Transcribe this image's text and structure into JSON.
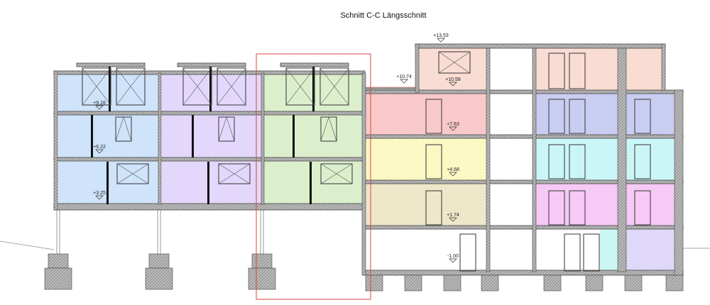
{
  "title": "Schnitt C-C Längsschnitt",
  "levels": {
    "roof_top": "+13.53",
    "terrace": "+10.74",
    "penthouse": "+10.58",
    "left_upper": "+9.16",
    "left_middle": "+6.22",
    "left_lower": "+3.25",
    "right_floor3": "+7.63",
    "right_floor2": "+4.68",
    "right_floor1": "+1.74",
    "basement": "-1.00"
  },
  "colors": {
    "unit_blue": "#cfe3fa",
    "unit_purple": "#e3d8fb",
    "unit_green": "#dcefcc",
    "floor3_pink": "#f9c9c9",
    "floor3_blue": "#c9cdf1",
    "floor2_yellow": "#fbf8c4",
    "floor2_cyan": "#cbf6f8",
    "floor1_tan": "#efe7c9",
    "floor1_magenta": "#f6c9f6",
    "penthouse_salmon": "#f9dcd2",
    "ground_cyan": "#ccf6f4",
    "ground_lavender": "#e0d8f8",
    "highlight_frame": "#d9453f"
  }
}
